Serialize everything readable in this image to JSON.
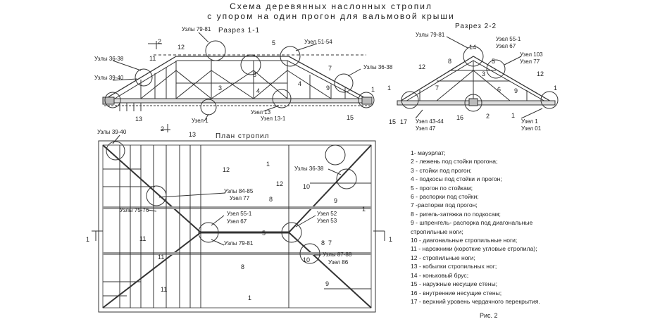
{
  "title": {
    "line1": "Схема деревянных наслонных стропил",
    "line2": "с упором на один прогон для вальмовой крыши"
  },
  "sections": {
    "section11": "Разрез 1-1",
    "section22": "Разрез 2-2",
    "plan": "План стропил"
  },
  "labels": {
    "s1_nodes7981": "Узлы 79-81",
    "s1_nodes3638_top": "Узлы 36-38",
    "s1_nodes3940": "Узлы 39-40",
    "s1_node5154": "Узел 51-54",
    "s1_nodes3638_right": "Узлы 36-38",
    "s1_node13": "Узел 13",
    "s1_node131": "Узел 13-1",
    "s1_node1": "Узел 1",
    "s2_nodes7981": "Узлы 79-81",
    "s2_node551": "Узел 55-1",
    "s2_node67": "Узел 67",
    "s2_node103": "Узел 103",
    "s2_node77": "Узел 77",
    "s2_node4344": "Узел 43-44",
    "s2_node47": "Узел 47",
    "s2_node1": "Узел 1",
    "s2_node01": "Узел 01",
    "p_nodes3940": "Узлы 39-40",
    "p_nodes3638": "Узлы 36-38",
    "p_nodes8485": "Узлы 84-85",
    "p_node77": "Узел 77",
    "p_nodes7576": "Узлы 75-76",
    "p_node551": "Узел 55-1",
    "p_node67": "Узел 67",
    "p_node52": "Узел 52",
    "p_node53": "Узел 53",
    "p_nodes7981": "Узлы 79-81",
    "p_nodes8788": "Узлы 87-88",
    "p_node86": "Узел 86"
  },
  "legend": [
    "1- мауэрлат;",
    "2 - лежень под стойки прогона;",
    "3 - стойки под прогон;",
    "4 - подкосы под стойки и прогон;",
    "5 - прогон по стойкам;",
    "6 - распорки под стойки;",
    "7 -распорки под прогон;",
    "8 - ригель-затяжка по подкосам;",
    "9 - шпренгель- распорка под диагональные",
    "     стропильные ноги;",
    "10 - диагональные стропильные ноги;",
    "11 - нарожники (короткие угловые стропила);",
    "12 - стропильные ноги;",
    "13 - кобылки стропильных ног;",
    "14 - коньковый брус;",
    "15 - наружные несущие стены;",
    "16 - внутренние несущие стены;",
    "17 - верхний уровень чердачного перекрытия."
  ],
  "figure": "Рис. 2",
  "colors": {
    "line": "#333333",
    "beam": "#cfcfcf",
    "accent": "#000000"
  }
}
